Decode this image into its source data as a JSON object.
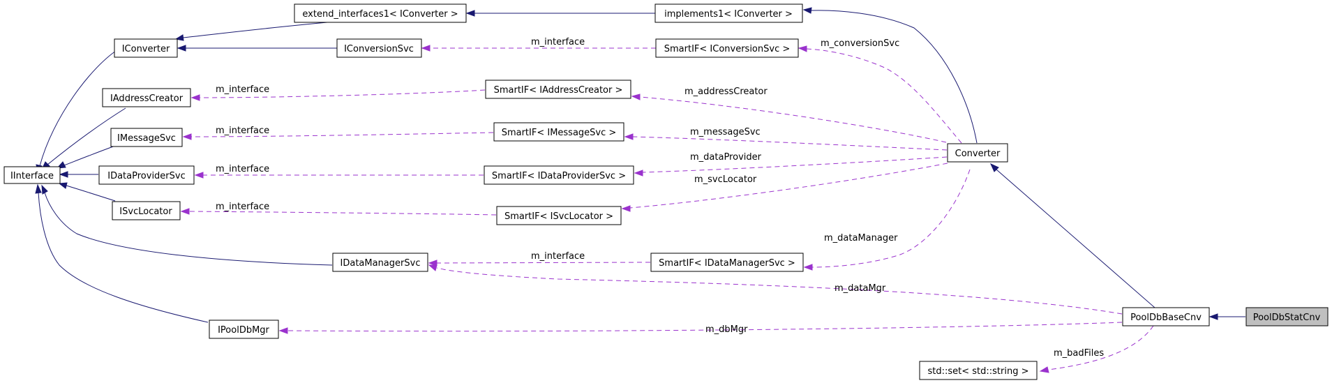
{
  "nodes": {
    "iinterface": "IInterface",
    "iconverter": "IConverter",
    "extend_interfaces1": "extend_interfaces1< IConverter >",
    "implements1": "implements1< IConverter >",
    "iconversionsvc": "IConversionSvc",
    "smartif_iconversionsvc": "SmartIF< IConversionSvc >",
    "iaddresscreator": "IAddressCreator",
    "smartif_iaddresscreator": "SmartIF< IAddressCreator >",
    "imessagesvc": "IMessageSvc",
    "smartif_imessagesvc": "SmartIF< IMessageSvc >",
    "idataprovidersvc": "IDataProviderSvc",
    "smartif_idataprovidersvc": "SmartIF< IDataProviderSvc >",
    "isvclocator": "ISvcLocator",
    "smartif_isvclocator": "SmartIF< ISvcLocator >",
    "idatamanagersvc": "IDataManagerSvc",
    "smartif_idatamanagersvc": "SmartIF< IDataManagerSvc >",
    "ipooldbmgr": "IPoolDbMgr",
    "converter": "Converter",
    "pooldbbasecnv": "PoolDbBaseCnv",
    "pooldbstatcnv": "PoolDbStatCnv",
    "std_set": "std::set< std::string >"
  },
  "edge_labels": {
    "m_interface": "m_interface",
    "m_conversionSvc": "m_conversionSvc",
    "m_addressCreator": "m_addressCreator",
    "m_messageSvc": "m_messageSvc",
    "m_dataProvider": "m_dataProvider",
    "m_svcLocator": "m_svcLocator",
    "m_dataManager": "m_dataManager",
    "m_dataMgr": "m_dataMgr",
    "m_dbMgr": "m_dbMgr",
    "m_badFiles": "m_badFiles"
  },
  "colors": {
    "inheritance": "#191970",
    "member": "#9a32cd",
    "highlight_fill": "#bfbfbf"
  }
}
